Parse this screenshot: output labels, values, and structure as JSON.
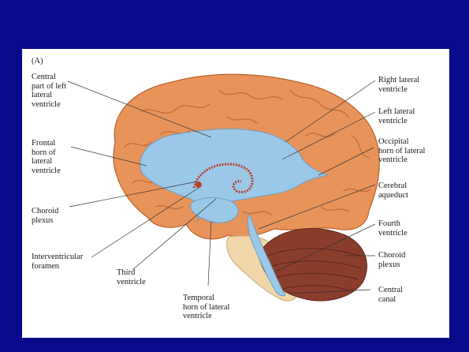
{
  "figure": {
    "panel_letter": "(A)",
    "labels_left": [
      "Central\npart of left\nlateral\nventricle",
      "Frontal\nhorn of\nlateral\nventricle",
      "Choroid\nplexus",
      "Interventricular\nforamen"
    ],
    "labels_bottom": [
      "Third\nventricle",
      "Temporal\nhorn of lateral\nventricle"
    ],
    "labels_right": [
      "Right lateral\nventricle",
      "Left lateral\nventricle",
      "Occipital\nhorn of lateral\nventricle",
      "Cerebral\naqueduct",
      "Fourth\nventricle",
      "Choroid\nplexus",
      "Central\ncanal"
    ]
  },
  "colors": {
    "background": "#0a0a8c",
    "panel": "#ffffff",
    "cortex": "#e8935a",
    "ventricle": "#9cc8e8",
    "cerebellum": "#8a3d2a",
    "brainstem": "#f0d6a8",
    "choroid": "#b8402a"
  }
}
